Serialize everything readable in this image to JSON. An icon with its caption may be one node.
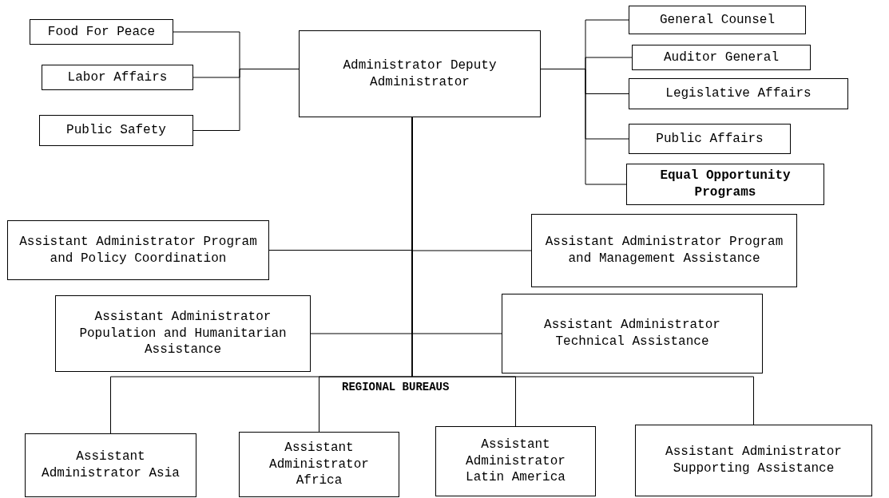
{
  "diagram": {
    "nodes": [
      {
        "text": [
          "Food For Peace"
        ]
      },
      {
        "text": [
          "Labor Affairs"
        ]
      },
      {
        "text": [
          "Public Safety"
        ]
      },
      {
        "text": [
          "Administrator Deputy Administrator"
        ]
      },
      {
        "text": [
          "General Counsel"
        ]
      },
      {
        "text": [
          "Auditor General"
        ]
      },
      {
        "text": [
          "Legislative Affairs"
        ]
      },
      {
        "text": [
          "Public Affairs"
        ]
      },
      {
        "text": [
          "Equal Opportunity Programs"
        ]
      },
      {
        "text": [
          "Assistant Administrator Program and Policy Coordination"
        ]
      },
      {
        "text": [
          "Assistant Administrator Program and Management Assistance"
        ]
      },
      {
        "text": [
          "Assistant Administrator Population and Humanitarian Assistance"
        ]
      },
      {
        "text": [
          "Assistant Administrator Technical Assistance"
        ]
      },
      {
        "text": [
          "Assistant Administrator Asia"
        ]
      },
      {
        "text": [
          "Assistant Administrator Africa"
        ]
      },
      {
        "text": [
          "Assistant Administrator Latin America"
        ]
      },
      {
        "text": [
          "Assistant Administrator Supporting Assistance"
        ]
      }
    ],
    "edges": [
      {
        "from": 3,
        "to": 0,
        "arrow": "none"
      },
      {
        "from": 3,
        "to": 1,
        "arrow": "none"
      },
      {
        "from": 3,
        "to": 2,
        "arrow": "none"
      },
      {
        "from": 3,
        "to": 4,
        "arrow": "none"
      },
      {
        "from": 3,
        "to": 5,
        "arrow": "none"
      },
      {
        "from": 3,
        "to": 6,
        "arrow": "none"
      },
      {
        "from": 3,
        "to": 7,
        "arrow": "none"
      },
      {
        "from": 3,
        "to": 8,
        "arrow": "none"
      },
      {
        "from": 3,
        "to": 9,
        "arrow": "none"
      },
      {
        "from": 3,
        "to": 10,
        "arrow": "none"
      },
      {
        "from": 3,
        "to": 11,
        "arrow": "none"
      },
      {
        "from": 3,
        "to": 12,
        "arrow": "none"
      },
      {
        "from": 3,
        "to": 13,
        "arrow": "none"
      },
      {
        "from": 3,
        "to": 14,
        "arrow": "none"
      },
      {
        "from": 3,
        "to": 15,
        "arrow": "none"
      },
      {
        "from": 3,
        "to": 16,
        "arrow": "none"
      }
    ],
    "labels": [
      "REGIONAL BUREAUS"
    ]
  }
}
